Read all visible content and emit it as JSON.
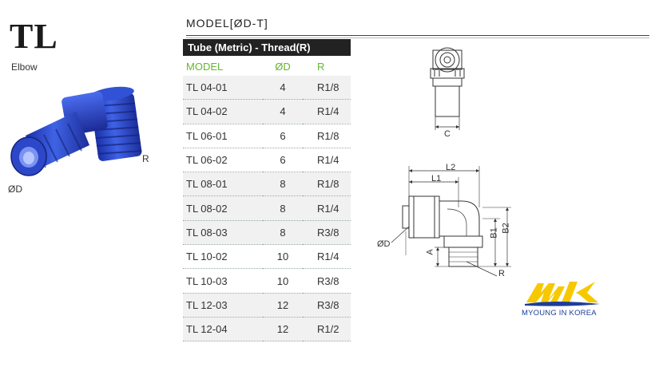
{
  "product": {
    "code": "TL",
    "name": "Elbow"
  },
  "model_format": "MODEL[ØD-T]",
  "table": {
    "title": "Tube (Metric) - Thread(R)",
    "columns": [
      "MODEL",
      "ØD",
      "R"
    ],
    "rows": [
      {
        "model": "TL 04-01",
        "od": "4",
        "r": "R1/8"
      },
      {
        "model": "TL 04-02",
        "od": "4",
        "r": "R1/4"
      },
      {
        "model": "TL 06-01",
        "od": "6",
        "r": "R1/8"
      },
      {
        "model": "TL 06-02",
        "od": "6",
        "r": "R1/4"
      },
      {
        "model": "TL 08-01",
        "od": "8",
        "r": "R1/8"
      },
      {
        "model": "TL 08-02",
        "od": "8",
        "r": "R1/4"
      },
      {
        "model": "TL 08-03",
        "od": "8",
        "r": "R3/8"
      },
      {
        "model": "TL 10-02",
        "od": "10",
        "r": "R1/4"
      },
      {
        "model": "TL 10-03",
        "od": "10",
        "r": "R3/8"
      },
      {
        "model": "TL 12-03",
        "od": "12",
        "r": "R3/8"
      },
      {
        "model": "TL 12-04",
        "od": "12",
        "r": "R1/2"
      }
    ]
  },
  "photo_labels": {
    "od": "ØD",
    "r": "R"
  },
  "drawing_labels": {
    "c": "C",
    "l1": "L1",
    "l2": "L2",
    "b1": "B1",
    "b2": "B2",
    "a": "A",
    "od": "ØD",
    "r": "R"
  },
  "brand": {
    "logo": "MK",
    "tagline": "MYOUNG IN KOREA"
  },
  "colors": {
    "header_bg": "#222222",
    "column_header": "#66b72e",
    "fitting_blue": "#2f4fd0",
    "logo_yellow": "#f7c800",
    "logo_blue": "#1d3e99"
  }
}
